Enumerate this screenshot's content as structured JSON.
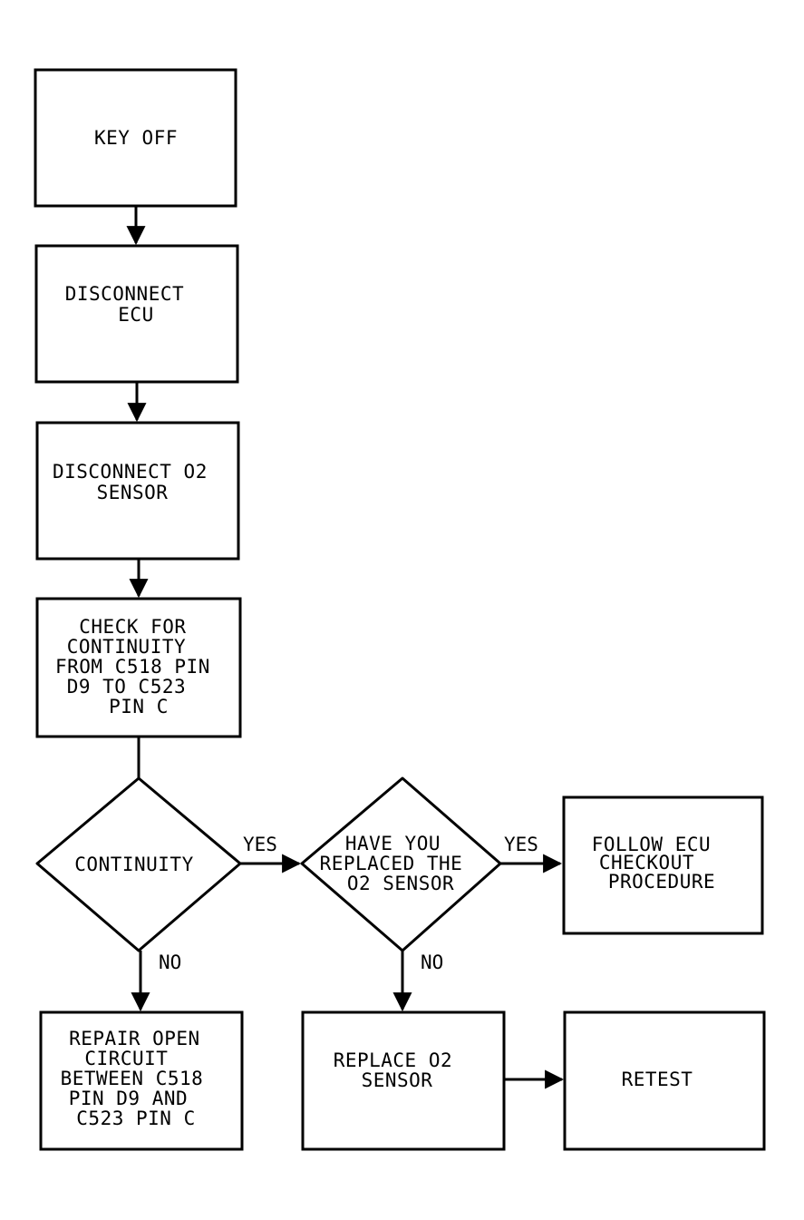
{
  "nodes": {
    "key_off": {
      "lines": [
        "KEY OFF"
      ]
    },
    "disconnect_ecu": {
      "lines": [
        "DISCONNECT",
        "ECU"
      ]
    },
    "disconnect_o2": {
      "lines": [
        "DISCONNECT O2",
        "SENSOR"
      ]
    },
    "check_continuity": {
      "lines": [
        "CHECK FOR",
        "CONTINUITY",
        "FROM C518 PIN",
        "D9 TO C523",
        "PIN C"
      ]
    },
    "continuity": {
      "lines": [
        "CONTINUITY"
      ]
    },
    "replaced_o2": {
      "lines": [
        "HAVE YOU",
        "REPLACED THE",
        "O2 SENSOR"
      ]
    },
    "follow_ecu": {
      "lines": [
        "FOLLOW ECU",
        "CHECKOUT",
        "PROCEDURE"
      ]
    },
    "repair_open": {
      "lines": [
        "REPAIR OPEN",
        "CIRCUIT",
        "BETWEEN C518",
        "PIN D9 AND",
        "C523 PIN C"
      ]
    },
    "replace_o2": {
      "lines": [
        "REPLACE O2",
        "SENSOR"
      ]
    },
    "retest": {
      "lines": [
        "RETEST"
      ]
    }
  },
  "edges": {
    "continuity_yes": "YES",
    "continuity_no": "NO",
    "replaced_yes": "YES",
    "replaced_no": "NO"
  }
}
